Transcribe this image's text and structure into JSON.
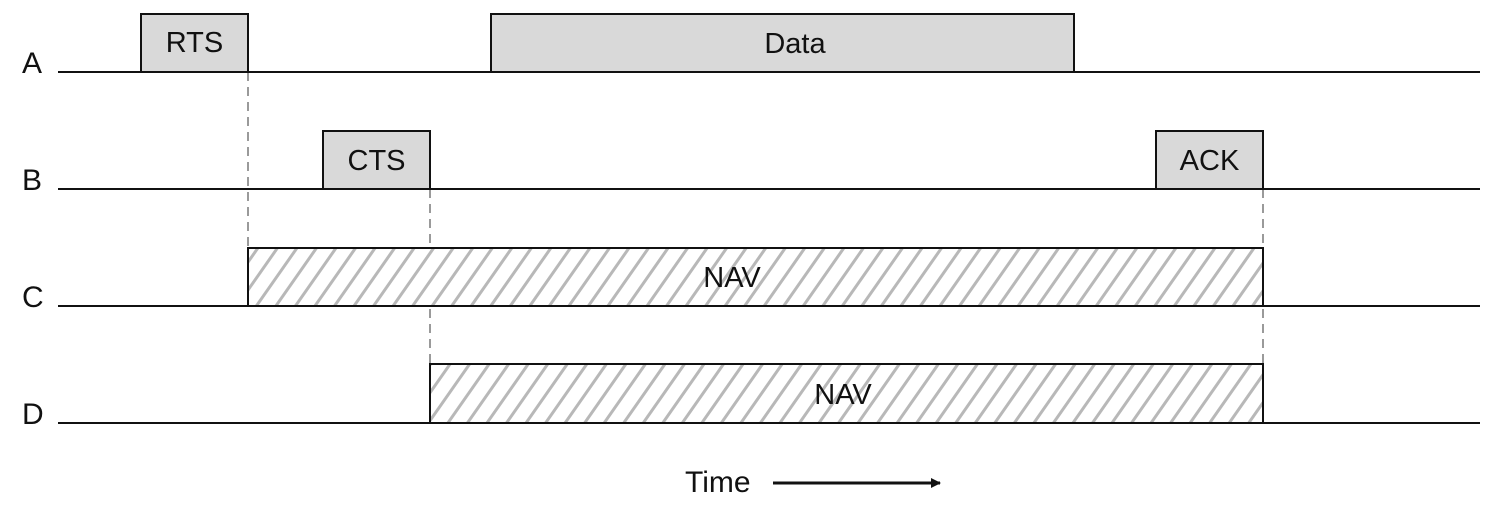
{
  "stations": {
    "a": {
      "label": "A"
    },
    "b": {
      "label": "B"
    },
    "c": {
      "label": "C"
    },
    "d": {
      "label": "D"
    }
  },
  "frames": {
    "rts": "RTS",
    "data": "Data",
    "cts": "CTS",
    "ack": "ACK",
    "nav_c": "NAV",
    "nav_d": "NAV"
  },
  "time_axis": {
    "label": "Time"
  },
  "colors": {
    "frame_fill": "#d9d9d9",
    "nav_fill": "#ffffff",
    "hatch": "#b8b8b8",
    "line": "#111111",
    "dashed": "#9a9a9a"
  }
}
